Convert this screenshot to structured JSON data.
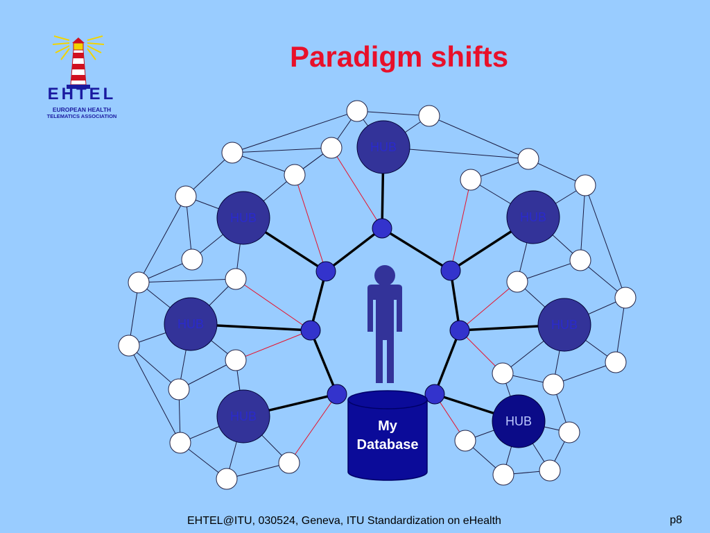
{
  "slide": {
    "title": "Paradigm shifts",
    "footer": "EHTEL@ITU, 030524, Geneva, ITU Standardization on eHealth",
    "page_number": "p8"
  },
  "logo": {
    "acronym": "EHTEL",
    "line1": "EUROPEAN HEALTH",
    "line2": "TELEMATICS ASSOCIATION"
  },
  "diagram": {
    "hub_label": "HUB",
    "database_line1": "My",
    "database_line2": "Database",
    "person_icon": "person-icon",
    "colors": {
      "background": "#99ccff",
      "title": "#e8102a",
      "hub_fill": "#333399",
      "hub_bright_fill": "#0b0b88",
      "hub_label": "#2a2acc",
      "hub_label_bright": "#bcc8ff",
      "connector_fill": "#3333cc",
      "database_fill": "#0b0b99",
      "person_fill": "#333399",
      "peer_link": "#e8102a",
      "node_fill": "#ffffff"
    }
  }
}
